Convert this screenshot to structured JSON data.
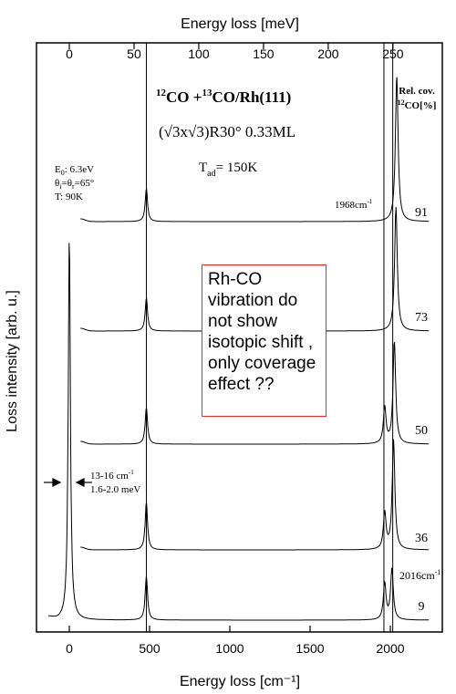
{
  "chart_data": {
    "type": "line",
    "title": "12CO + 13CO/Rh(111)",
    "title_parts": {
      "a_sup": "12",
      "a": "CO +",
      "b_sup": "13",
      "b": "CO/Rh(111)"
    },
    "structure": "(√3x√3)R30°  0.33ML",
    "tad": {
      "base": "T",
      "sub": "ad",
      "value": "= 150K"
    },
    "params": {
      "e0": {
        "base": "E",
        "sub": "0",
        "value": ": 6.3eV"
      },
      "theta": {
        "a": "θ",
        "a_sub": "i",
        "mid": "=θ",
        "b_sub": "r",
        "value": "=65°"
      },
      "t": "T: 90K"
    },
    "xlabel_bottom": "Energy loss [cm⁻¹]",
    "xlabel_top": "Energy loss [meV]",
    "ylabel": "Loss intensity [arb. u.]",
    "x_ticks_bottom": [
      0,
      500,
      1000,
      1500,
      2000
    ],
    "x_ticks_top": [
      0,
      50,
      100,
      150,
      200,
      250
    ],
    "xlim": [
      -180,
      2270
    ],
    "legend_header": {
      "line1": "Rel. cov.",
      "line2_sup": "12",
      "line2": "CO[%]"
    },
    "series": [
      {
        "name": "91",
        "values_coverage_pct": 91,
        "nu_co_cm1": 2040,
        "co_peak_height": 1.0,
        "rh_co_height": 0.45
      },
      {
        "name": "73",
        "values_coverage_pct": 73,
        "nu_co_cm1": 2035,
        "co_peak_height": 0.85,
        "rh_co_height": 0.45
      },
      {
        "name": "50",
        "values_coverage_pct": 50,
        "nu_co_cm1": 2025,
        "co_peak_height": 0.7,
        "rh_co_height": 0.5
      },
      {
        "name": "36",
        "values_coverage_pct": 36,
        "nu_co_cm1": 2020,
        "co_peak_height": 0.75,
        "rh_co_height": 0.65
      },
      {
        "name": "9",
        "values_coverage_pct": 9,
        "nu_co_cm1": 2010,
        "co_peak_height": 0.35,
        "rh_co_height": 0.6
      }
    ],
    "rh_co_peak_cm1": 480,
    "labels": {
      "peak_1968": {
        "text": "1968cm",
        "sup": "-1"
      },
      "peak_2016": {
        "text": "2016cm",
        "sup": "-1"
      },
      "fwhm_cm": {
        "text": "13-16 cm",
        "sup": "-1"
      },
      "fwhm_mev": "1.6-2.0 meV"
    },
    "grid": false
  },
  "annotation": {
    "lines": [
      "Rh-CO",
      "vibration do",
      "not show",
      "isotopic shift ,",
      "only coverage",
      "effect ??"
    ]
  },
  "colors": {
    "axes": "#000000",
    "annotation_border": "#e0302a"
  }
}
